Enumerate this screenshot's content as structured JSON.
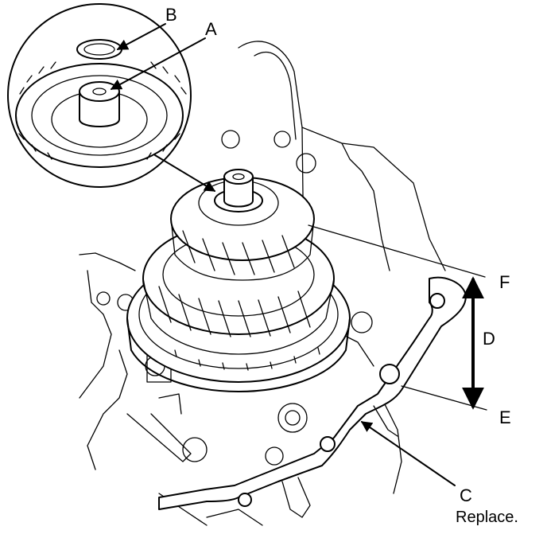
{
  "callouts": {
    "a": "A",
    "b": "B",
    "c": "C",
    "c_note": "Replace.",
    "d": "D",
    "e": "E",
    "f": "F"
  }
}
